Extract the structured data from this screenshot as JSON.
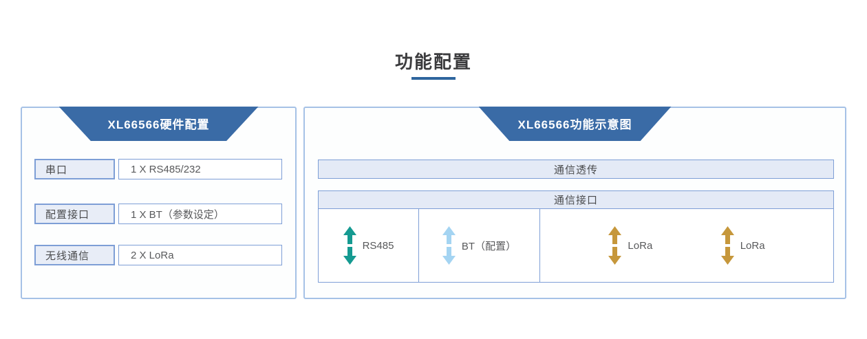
{
  "page": {
    "title": "功能配置"
  },
  "hardware_panel": {
    "title": "XL66566硬件配置",
    "rows": [
      {
        "label": "串口",
        "value": "1 X RS485/232"
      },
      {
        "label": "配置接口",
        "value": "1 X BT（参数设定）"
      },
      {
        "label": "无线通信",
        "value": "2 X LoRa"
      }
    ]
  },
  "function_panel": {
    "title": "XL66566功能示意图",
    "transparent_bar_label": "通信透传",
    "interface_header_label": "通信接口",
    "interfaces": [
      {
        "label": "RS485",
        "arrow_icon": "double-vertical-arrow",
        "arrow_color": "#159a91"
      },
      {
        "label": "BT（配置）",
        "arrow_icon": "double-vertical-arrow",
        "arrow_color": "#a4d4f2"
      },
      {
        "label": "LoRa",
        "arrow_icon": "double-vertical-arrow",
        "arrow_color": "#c6973b"
      },
      {
        "label": "LoRa",
        "arrow_icon": "double-vertical-arrow",
        "arrow_color": "#c6973b"
      }
    ]
  },
  "colors": {
    "header_blue": "#3a6ba6",
    "title_underline": "#2e659e",
    "panel_border": "#a5c1e6",
    "box_border": "#7d9ed6",
    "box_fill": "#e4eaf6",
    "teal_arrow": "#159a91",
    "lightblue_arrow": "#a4d4f2",
    "gold_arrow": "#c6973b",
    "text_gray": "#58595b"
  }
}
